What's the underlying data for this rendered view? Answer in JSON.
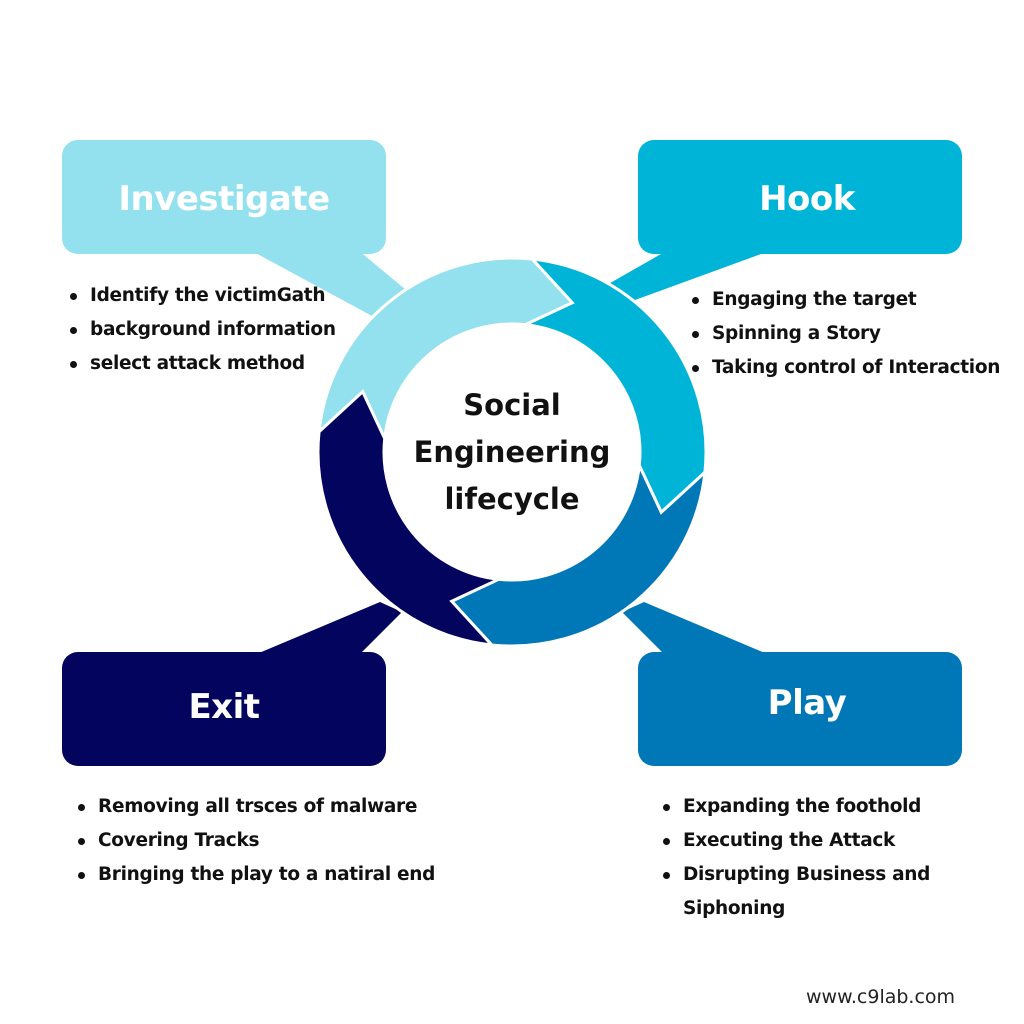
{
  "colors": {
    "investigate": "#93E0EF",
    "hook": "#00B4D8",
    "play": "#0077B6",
    "exit": "#03045E",
    "text": "#111111",
    "background": "#FFFFFF"
  },
  "center": {
    "lines": [
      "Social",
      "Engineering",
      "lifecycle"
    ]
  },
  "stages": {
    "investigate": {
      "title": "Investigate",
      "bullets": [
        "Identify the victimGath",
        "background information",
        "select attack method"
      ]
    },
    "hook": {
      "title": "Hook",
      "bullets": [
        "Engaging the target",
        "Spinning a Story",
        "Taking control of Interaction"
      ]
    },
    "play": {
      "title": "Play",
      "bullets": [
        "Expanding the foothold",
        "Executing the Attack",
        "Disrupting Business and Siphoning"
      ]
    },
    "exit": {
      "title": "Exit",
      "bullets": [
        "Removing all trsces of malware",
        "Covering Tracks",
        "Bringing the play to a natiral end"
      ]
    }
  },
  "footer": {
    "url": "www.c9lab.com"
  }
}
